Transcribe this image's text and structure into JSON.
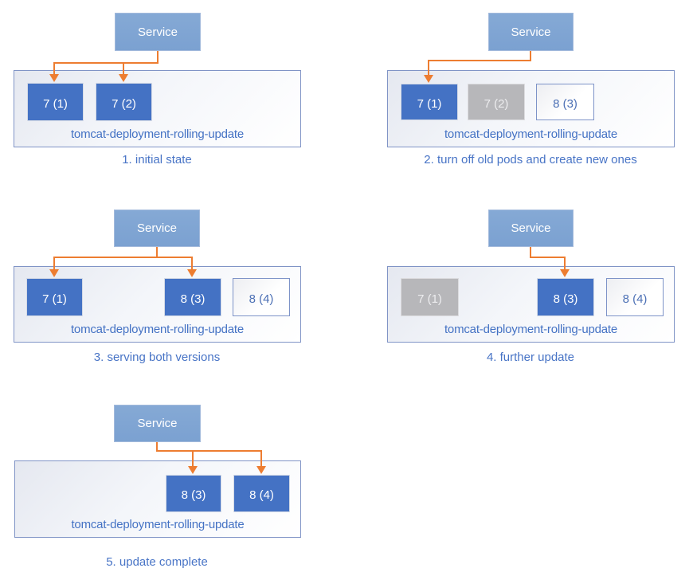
{
  "service_label": "Service",
  "deployment_label": "tomcat-deployment-rolling-update",
  "colors": {
    "service_fill": "#7ba1d1",
    "pod_running_fill": "#4472c4",
    "pod_stopped_fill": "#b7b7ba",
    "pod_new_border": "#7d93c8",
    "arrow": "#ed7d31",
    "deployment_text": "#4472c4",
    "caption_text": "#4874c6"
  },
  "stages": [
    {
      "caption": "1. initial state",
      "pods": [
        {
          "label": "7 (1)",
          "state": "running"
        },
        {
          "label": "7 (2)",
          "state": "running"
        }
      ]
    },
    {
      "caption": "2. turn off old pods and create new ones",
      "pods": [
        {
          "label": "7 (1)",
          "state": "running"
        },
        {
          "label": "7 (2)",
          "state": "stopped"
        },
        {
          "label": "8 (3)",
          "state": "new"
        }
      ]
    },
    {
      "caption": "3. serving both versions",
      "pods": [
        {
          "label": "7 (1)",
          "state": "running"
        },
        {
          "label": "8 (3)",
          "state": "running"
        },
        {
          "label": "8 (4)",
          "state": "new"
        }
      ]
    },
    {
      "caption": "4. further update",
      "pods": [
        {
          "label": "7 (1)",
          "state": "stopped"
        },
        {
          "label": "8 (3)",
          "state": "running"
        },
        {
          "label": "8 (4)",
          "state": "new"
        }
      ]
    },
    {
      "caption": "5. update complete",
      "pods": [
        {
          "label": "8 (3)",
          "state": "running"
        },
        {
          "label": "8 (4)",
          "state": "running"
        }
      ]
    }
  ]
}
